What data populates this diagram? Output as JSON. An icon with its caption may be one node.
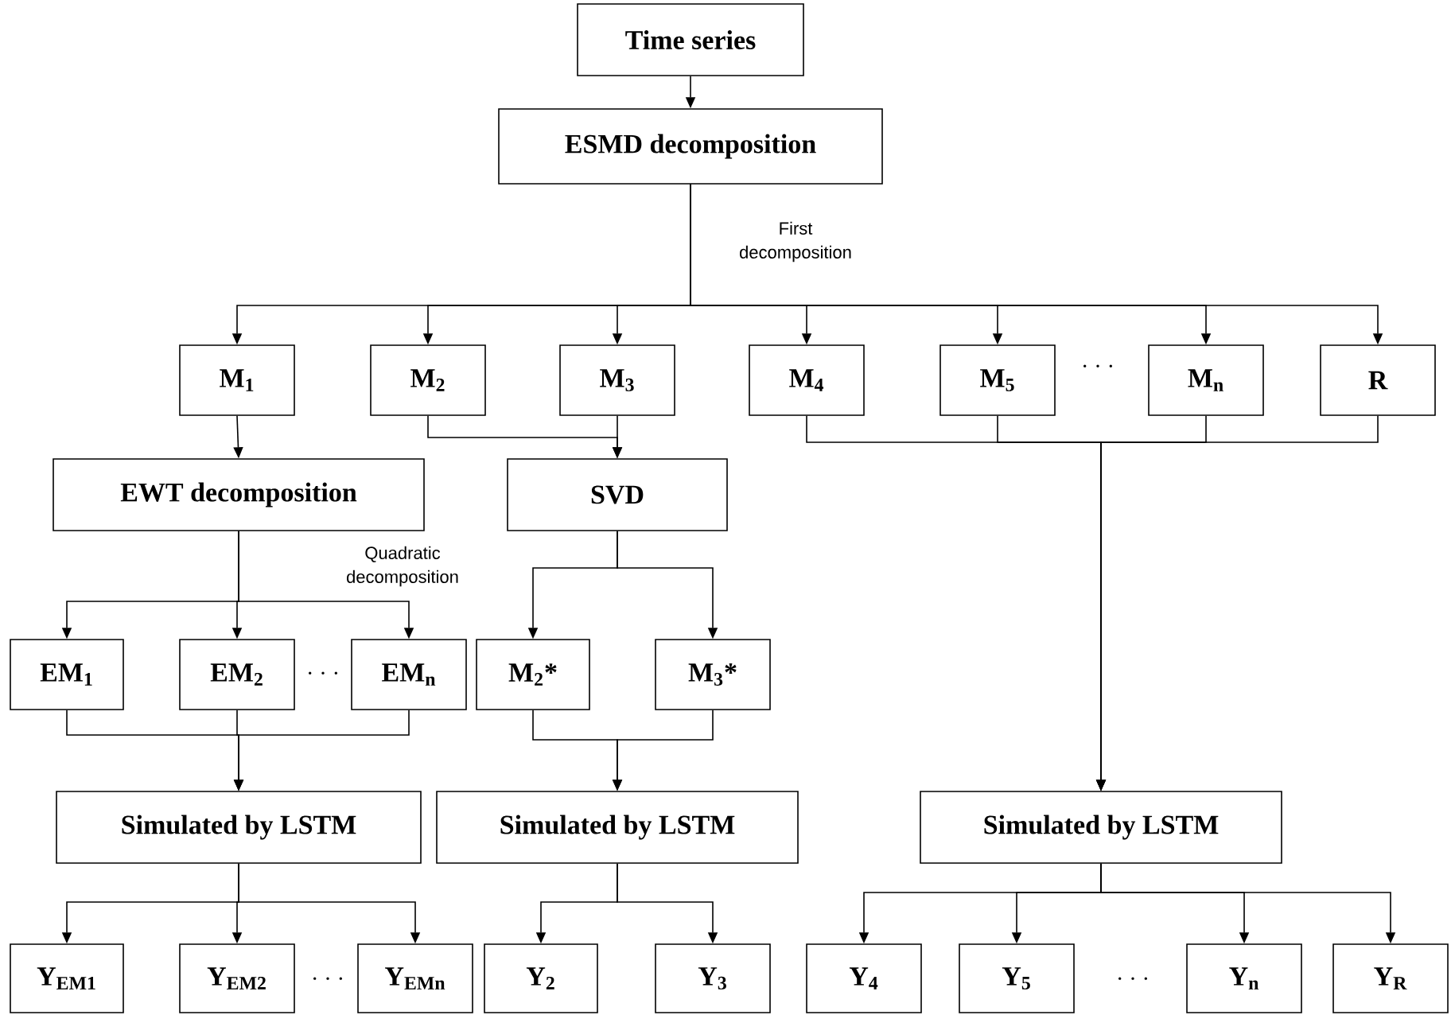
{
  "diagram": {
    "nodes": [
      {
        "text": [
          "Time series"
        ]
      },
      {
        "text": [
          "ESMD decomposition"
        ]
      },
      {
        "text": [
          "M$_{1}$"
        ]
      },
      {
        "text": [
          "M$_{2}$"
        ]
      },
      {
        "text": [
          "M$_{3}$"
        ]
      },
      {
        "text": [
          "M$_{4}$"
        ]
      },
      {
        "text": [
          "M$_{5}$"
        ]
      },
      {
        "text": [
          "M$_{n}$"
        ]
      },
      {
        "text": [
          "R"
        ]
      },
      {
        "text": [
          "EWT decomposition"
        ]
      },
      {
        "text": [
          "SVD"
        ]
      },
      {
        "text": [
          "EM$_{1}$"
        ]
      },
      {
        "text": [
          "EM$_{2}$"
        ]
      },
      {
        "text": [
          "EM$_{n}$"
        ]
      },
      {
        "text": [
          "M$_{2}$*"
        ]
      },
      {
        "text": [
          "M$_{3}$*"
        ]
      },
      {
        "text": [
          "Simulated by LSTM"
        ]
      },
      {
        "text": [
          "Simulated by LSTM"
        ]
      },
      {
        "text": [
          "Simulated by LSTM"
        ]
      },
      {
        "text": [
          "Y$_{EM1}$"
        ]
      },
      {
        "text": [
          "Y$_{EM2}$"
        ]
      },
      {
        "text": [
          "Y$_{EMn}$"
        ]
      },
      {
        "text": [
          "Y$_{2}$"
        ]
      },
      {
        "text": [
          "Y$_{3}$"
        ]
      },
      {
        "text": [
          "Y$_{4}$"
        ]
      },
      {
        "text": [
          "Y$_{5}$"
        ]
      },
      {
        "text": [
          "Y$_{n}$"
        ]
      },
      {
        "text": [
          "Y$_{R}$"
        ]
      }
    ],
    "edges": [
      {
        "from": 0,
        "to": 1,
        "arrow": "to"
      },
      {
        "from": 1,
        "to": 2,
        "arrow": "to"
      },
      {
        "from": 1,
        "to": 3,
        "arrow": "to"
      },
      {
        "from": 1,
        "to": 4,
        "arrow": "to"
      },
      {
        "from": 1,
        "to": 5,
        "arrow": "to"
      },
      {
        "from": 1,
        "to": 6,
        "arrow": "to"
      },
      {
        "from": 1,
        "to": 7,
        "arrow": "to"
      },
      {
        "from": 1,
        "to": 8,
        "arrow": "to"
      },
      {
        "from": 2,
        "to": 9,
        "arrow": "to"
      },
      {
        "from": 3,
        "to": 10,
        "arrow": "to"
      },
      {
        "from": 4,
        "to": 10,
        "arrow": "to"
      },
      {
        "from": 5,
        "to": 18,
        "arrow": "to"
      },
      {
        "from": 6,
        "to": 18,
        "arrow": "to"
      },
      {
        "from": 7,
        "to": 18,
        "arrow": "to"
      },
      {
        "from": 8,
        "to": 18,
        "arrow": "to"
      },
      {
        "from": 9,
        "to": 11,
        "arrow": "to"
      },
      {
        "from": 9,
        "to": 12,
        "arrow": "to"
      },
      {
        "from": 9,
        "to": 13,
        "arrow": "to"
      },
      {
        "from": 10,
        "to": 14,
        "arrow": "to"
      },
      {
        "from": 10,
        "to": 15,
        "arrow": "to"
      },
      {
        "from": 11,
        "to": 16,
        "arrow": "to"
      },
      {
        "from": 12,
        "to": 16,
        "arrow": "to"
      },
      {
        "from": 13,
        "to": 16,
        "arrow": "to"
      },
      {
        "from": 14,
        "to": 17,
        "arrow": "to"
      },
      {
        "from": 15,
        "to": 17,
        "arrow": "to"
      },
      {
        "from": 16,
        "to": 19,
        "arrow": "to"
      },
      {
        "from": 16,
        "to": 20,
        "arrow": "to"
      },
      {
        "from": 16,
        "to": 21,
        "arrow": "to"
      },
      {
        "from": 17,
        "to": 22,
        "arrow": "to"
      },
      {
        "from": 17,
        "to": 23,
        "arrow": "to"
      },
      {
        "from": 18,
        "to": 24,
        "arrow": "to"
      },
      {
        "from": 18,
        "to": 25,
        "arrow": "to"
      },
      {
        "from": 18,
        "to": 26,
        "arrow": "to"
      },
      {
        "from": 18,
        "to": 27,
        "arrow": "to"
      }
    ],
    "labels": [
      "First decomposition",
      "· · ·",
      "Quadratic decomposition",
      "· · ·",
      "· · ·",
      "· · ·"
    ]
  }
}
